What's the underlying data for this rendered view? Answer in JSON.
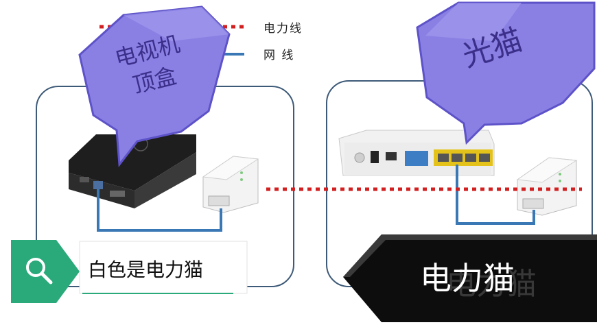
{
  "legend": {
    "power_line": "电力线",
    "network_line": "网 线"
  },
  "callouts": {
    "set_top_box": "电视机\n顶盒",
    "optical_modem": "光猫"
  },
  "search_bar": {
    "text": "白色是电力猫"
  },
  "dark_banner": {
    "text": "电力猫"
  },
  "colors": {
    "power_line": "#d21f1f",
    "network_line": "#3a78b5",
    "callout_fill": "#8a80e4",
    "callout_edge": "#5d52c8",
    "search_icon_bg": "#2aa97a",
    "banner_bg": "#0d0d0d"
  }
}
